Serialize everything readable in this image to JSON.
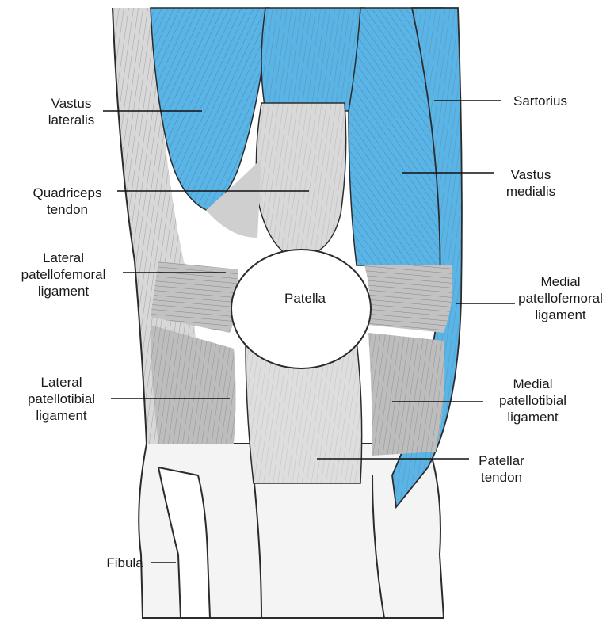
{
  "colors": {
    "muscle": "#5ab4e6",
    "tendon": "#d9d9d9",
    "ligament": "#bdbdbd",
    "outline": "#2b2b2b",
    "background": "#ffffff",
    "text": "#1a1a1a"
  },
  "labels": {
    "vastus_lateralis": [
      "Vastus",
      "lateralis"
    ],
    "quadriceps_tendon": [
      "Quadriceps",
      "tendon"
    ],
    "lateral_patellofemoral": [
      "Lateral",
      "patellofemoral",
      "ligament"
    ],
    "lateral_patellotibial": [
      "Lateral",
      "patellotibial",
      "ligament"
    ],
    "fibula": [
      "Fibula"
    ],
    "sartorius": [
      "Sartorius"
    ],
    "vastus_medialis": [
      "Vastus",
      "medialis"
    ],
    "patella": [
      "Patella"
    ],
    "medial_patellofemoral": [
      "Medial",
      "patellofemoral",
      "ligament"
    ],
    "medial_patellotibial": [
      "Medial",
      "patellotibial",
      "ligament"
    ],
    "patellar_tendon": [
      "Patellar",
      "tendon"
    ]
  }
}
